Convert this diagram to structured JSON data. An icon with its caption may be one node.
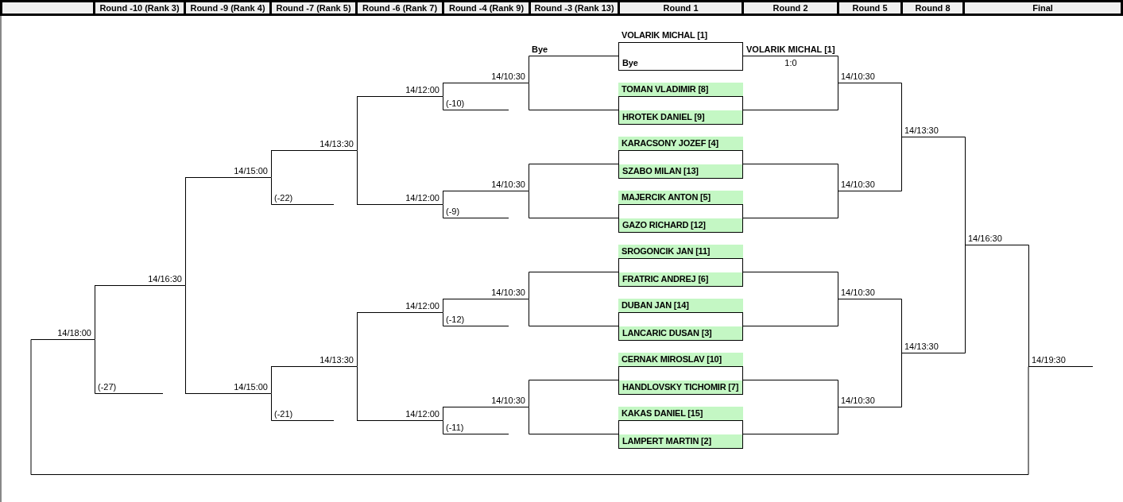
{
  "diagram": {
    "nodes": [
      {
        "text": [
          "VOLARIK MICHAL [1]",
          "Bye"
        ]
      },
      {
        "text": [
          "TOMAN VLADIMIR [8]",
          "HROTEK DANIEL [9]"
        ]
      },
      {
        "text": [
          "KARACSONY JOZEF [4]",
          "SZABO MILAN [13]"
        ]
      },
      {
        "text": [
          "MAJERCIK ANTON [5]",
          "GAZO RICHARD [12]"
        ]
      },
      {
        "text": [
          "SROGONCIK JAN [11]",
          "FRATRIC ANDREJ [6]"
        ]
      },
      {
        "text": [
          "DUBAN JAN [14]",
          "LANCARIC DUSAN [3]"
        ]
      },
      {
        "text": [
          "CERNAK MIROSLAV [10]",
          "HANDLOVSKY TICHOMIR [7]"
        ]
      },
      {
        "text": [
          "KAKAS DANIEL [15]",
          "LAMPERT MARTIN [2]"
        ]
      },
      {
        "text": [
          "14/10:30"
        ]
      },
      {
        "text": [
          "14/10:30"
        ]
      },
      {
        "text": [
          "14/10:30"
        ]
      },
      {
        "text": [
          "14/10:30"
        ]
      },
      {
        "text": [
          "14/13:30"
        ]
      },
      {
        "text": [
          "14/13:30"
        ]
      },
      {
        "text": [
          "14/16:30"
        ]
      },
      {
        "text": [
          "14/19:30"
        ]
      },
      {
        "text": [
          "14/10:30"
        ]
      },
      {
        "text": [
          "14/10:30"
        ]
      },
      {
        "text": [
          "14/10:30"
        ]
      },
      {
        "text": [
          "14/10:30"
        ]
      },
      {
        "text": [
          "14/12:00"
        ]
      },
      {
        "text": [
          "14/12:00"
        ]
      },
      {
        "text": [
          "14/12:00"
        ]
      },
      {
        "text": [
          "14/12:00"
        ]
      },
      {
        "text": [
          "14/13:30"
        ]
      },
      {
        "text": [
          "14/13:30"
        ]
      },
      {
        "text": [
          "14/15:00"
        ]
      },
      {
        "text": [
          "14/15:00"
        ]
      },
      {
        "text": [
          "14/16:30"
        ]
      },
      {
        "text": [
          "14/18:00"
        ]
      }
    ],
    "edges": [
      {
        "from": 0,
        "to": 8,
        "arrow": "none",
        "label": "VOLARIK MICHAL [1]"
      },
      {
        "from": 1,
        "to": 8,
        "arrow": "none"
      },
      {
        "from": 2,
        "to": 9,
        "arrow": "none"
      },
      {
        "from": 3,
        "to": 9,
        "arrow": "none"
      },
      {
        "from": 4,
        "to": 10,
        "arrow": "none"
      },
      {
        "from": 5,
        "to": 10,
        "arrow": "none"
      },
      {
        "from": 6,
        "to": 11,
        "arrow": "none"
      },
      {
        "from": 7,
        "to": 11,
        "arrow": "none"
      },
      {
        "from": 8,
        "to": 12,
        "arrow": "none"
      },
      {
        "from": 9,
        "to": 12,
        "arrow": "none"
      },
      {
        "from": 10,
        "to": 13,
        "arrow": "none"
      },
      {
        "from": 11,
        "to": 13,
        "arrow": "none"
      },
      {
        "from": 12,
        "to": 14,
        "arrow": "none"
      },
      {
        "from": 13,
        "to": 14,
        "arrow": "none"
      },
      {
        "from": 14,
        "to": 15,
        "arrow": "none"
      },
      {
        "from": 29,
        "to": 15,
        "arrow": "none"
      },
      {
        "from": 0,
        "to": 16,
        "arrow": "none",
        "label": "Bye"
      },
      {
        "from": 1,
        "to": 16,
        "arrow": "none"
      },
      {
        "from": 2,
        "to": 17,
        "arrow": "none"
      },
      {
        "from": 3,
        "to": 17,
        "arrow": "none"
      },
      {
        "from": 4,
        "to": 18,
        "arrow": "none"
      },
      {
        "from": 5,
        "to": 18,
        "arrow": "none"
      },
      {
        "from": 6,
        "to": 19,
        "arrow": "none"
      },
      {
        "from": 7,
        "to": 19,
        "arrow": "none"
      },
      {
        "from": 16,
        "to": 20,
        "arrow": "none"
      },
      {
        "from": null,
        "to": 20,
        "arrow": "none",
        "label": "(-10)"
      },
      {
        "from": 17,
        "to": 21,
        "arrow": "none"
      },
      {
        "from": null,
        "to": 21,
        "arrow": "none",
        "label": "(-9)"
      },
      {
        "from": 18,
        "to": 22,
        "arrow": "none"
      },
      {
        "from": null,
        "to": 22,
        "arrow": "none",
        "label": "(-12)"
      },
      {
        "from": 19,
        "to": 23,
        "arrow": "none"
      },
      {
        "from": null,
        "to": 23,
        "arrow": "none",
        "label": "(-11)"
      },
      {
        "from": 20,
        "to": 24,
        "arrow": "none"
      },
      {
        "from": 21,
        "to": 24,
        "arrow": "none"
      },
      {
        "from": 22,
        "to": 25,
        "arrow": "none"
      },
      {
        "from": 23,
        "to": 25,
        "arrow": "none"
      },
      {
        "from": 24,
        "to": 26,
        "arrow": "none"
      },
      {
        "from": null,
        "to": 26,
        "arrow": "none",
        "label": "(-22)"
      },
      {
        "from": 25,
        "to": 27,
        "arrow": "none"
      },
      {
        "from": null,
        "to": 27,
        "arrow": "none",
        "label": "(-21)"
      },
      {
        "from": 26,
        "to": 28,
        "arrow": "none"
      },
      {
        "from": 27,
        "to": 28,
        "arrow": "none"
      },
      {
        "from": 28,
        "to": 29,
        "arrow": "none"
      },
      {
        "from": null,
        "to": 29,
        "arrow": "none",
        "label": "(-27)"
      }
    ],
    "labels": [
      "Round -10 (Rank 3)",
      "Round -9 (Rank 4)",
      "Round -7 (Rank 5)",
      "Round -6 (Rank 7)",
      "Round -4 (Rank 9)",
      "Round -3 (Rank 13)",
      "Round 1",
      "Round 2",
      "Round 5",
      "Round 8",
      "Final",
      "1:0"
    ]
  }
}
